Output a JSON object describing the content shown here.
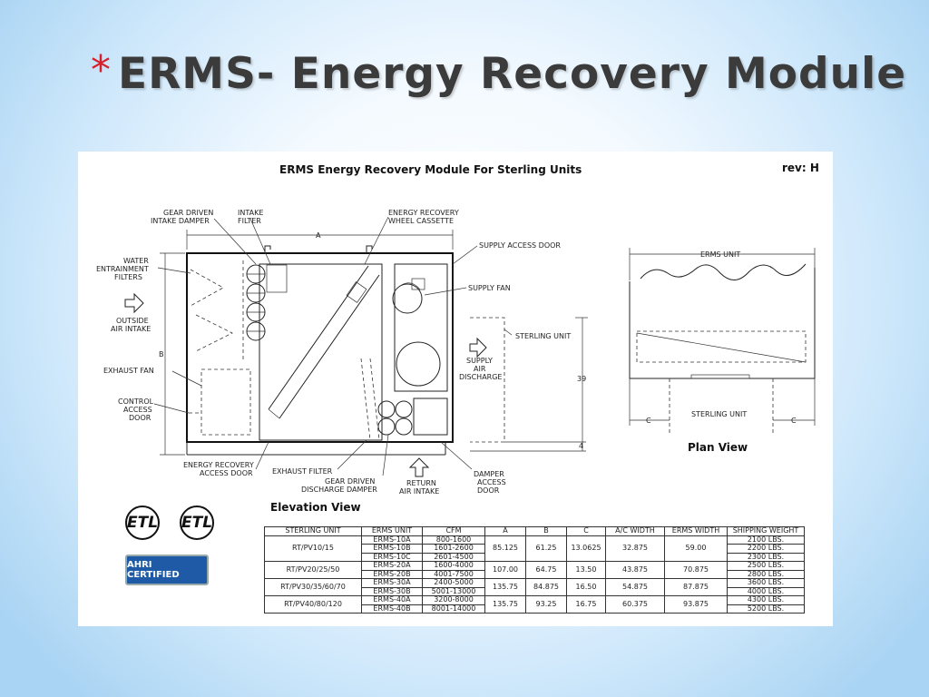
{
  "slide": {
    "bullet": "*",
    "title": "ERMS- Energy Recovery Module"
  },
  "drawing": {
    "heading": "ERMS Energy Recovery Module For Sterling Units",
    "rev": "rev: H",
    "elevation_title": "Elevation View",
    "plan_title": "Plan View",
    "labels": {
      "gear_driven": "GEAR DRIVEN",
      "intake_damper": "INTAKE DAMPER",
      "intake": "INTAKE",
      "filter": "FILTER",
      "energy_recovery": "ENERGY RECOVERY",
      "wheel_cassette": "WHEEL CASSETTE",
      "water": "WATER",
      "entrainment": "ENTRAINMENT",
      "filters": "FILTERS",
      "outside": "OUTSIDE",
      "air_intake": "AIR INTAKE",
      "b": "B",
      "a": "A",
      "exhaust_fan": "EXHAUST FAN",
      "control": "CONTROL",
      "access": "ACCESS",
      "door": "DOOR",
      "supply_access_door": "SUPPLY ACCESS DOOR",
      "supply_fan": "SUPPLY FAN",
      "sterling_unit": "STERLING UNIT",
      "supply": "SUPPLY",
      "air": "AIR",
      "discharge": "DISCHARGE",
      "dim_39": "39",
      "dim_4": "4",
      "energy_recovery_access": "ENERGY RECOVERY",
      "access_door": "ACCESS DOOR",
      "exhaust_filter": "EXHAUST FILTER",
      "gear_driven2": "GEAR DRIVEN",
      "discharge_damper": "DISCHARGE DAMPER",
      "return": "RETURN",
      "air_intake2": "AIR INTAKE",
      "damper": "DAMPER",
      "access2": "ACCESS",
      "door2": "DOOR",
      "erms_unit": "ERMS UNIT",
      "sterling_unit_plan": "STERLING UNIT",
      "c": "C"
    }
  },
  "logos": {
    "etl1": "ETL",
    "etl2": "ETL",
    "ahri": "AHRI CERTIFIED"
  },
  "table": {
    "headers": [
      "STERLING UNIT",
      "ERMS UNIT",
      "CFM",
      "A",
      "B",
      "C",
      "A/C WIDTH",
      "ERMS WIDTH",
      "SHIPPING WEIGHT"
    ],
    "rows": [
      [
        "RT/PV10/15",
        "ERMS-10A",
        "800-1600",
        "85.125",
        "61.25",
        "13.0625",
        "32.875",
        "59.00",
        "2100 LBS."
      ],
      [
        "",
        "ERMS-10B",
        "1601-2600",
        "",
        "",
        "",
        "",
        "",
        "2200 LBS."
      ],
      [
        "",
        "ERMS-10C",
        "2601-4500",
        "",
        "",
        "",
        "",
        "",
        "2300 LBS."
      ],
      [
        "RT/PV20/25/50",
        "ERMS-20A",
        "1600-4000",
        "107.00",
        "64.75",
        "13.50",
        "43.875",
        "70.875",
        "2500 LBS."
      ],
      [
        "",
        "ERMS-20B",
        "4001-7500",
        "",
        "",
        "",
        "",
        "",
        "2800 LBS."
      ],
      [
        "RT/PV30/35/60/70",
        "ERMS-30A",
        "2400-5000",
        "135.75",
        "84.875",
        "16.50",
        "54.875",
        "87.875",
        "3600 LBS."
      ],
      [
        "",
        "ERMS-30B",
        "5001-13000",
        "",
        "",
        "",
        "",
        "",
        "4000 LBS."
      ],
      [
        "RT/PV40/80/120",
        "ERMS-40A",
        "3200-8000",
        "135.75",
        "93.25",
        "16.75",
        "60.375",
        "93.875",
        "4300 LBS."
      ],
      [
        "",
        "ERMS-40B",
        "8001-14000",
        "",
        "",
        "",
        "",
        "",
        "5200 LBS."
      ]
    ]
  }
}
